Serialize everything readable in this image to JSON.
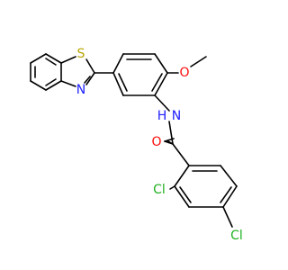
{
  "molecule": {
    "atoms": {
      "sulfur": {
        "label": "S",
        "color": "#b8a400"
      },
      "thiazole_nitrogen": {
        "label": "N",
        "color": "#2020ff"
      },
      "methoxy_oxygen": {
        "label": "O",
        "color": "#ff0d0d"
      },
      "amide_nitrogen": {
        "label": "N",
        "color": "#2020ff"
      },
      "amide_hydrogen": {
        "label": "H",
        "color": "#2020ff"
      },
      "carbonyl_oxygen": {
        "label": "O",
        "color": "#ff0d0d"
      },
      "chlorine_ortho": {
        "label": "Cl",
        "color": "#1fb11f"
      },
      "chlorine_para": {
        "label": "Cl",
        "color": "#1fb11f"
      }
    },
    "bond_color": "#000000"
  }
}
